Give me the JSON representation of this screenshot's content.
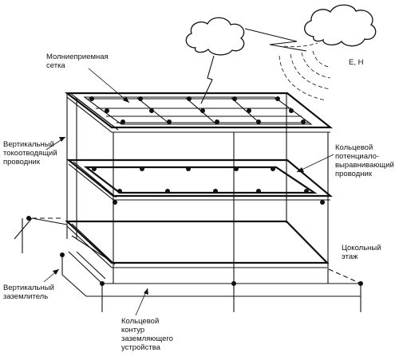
{
  "labels": {
    "air_termination_mesh": "Молниеприемная\nсетка",
    "ring_equalizing_conductor": "Кольцевой\nпотенциало-\nвыравнивающий\nпроводник",
    "vertical_down_conductor": "Вертикальный\nтокоотводящий\nпроводник",
    "basement_floor": "Цокольный\nэтаж",
    "vertical_earth_electrode": "Вертикальный\nзаземлитель",
    "ring_earthing_contour": "Кольцевой\nконтур\nзаземляющего\nустройства",
    "field_label": "E, H"
  },
  "colors": {
    "line": "#111111",
    "background": "#ffffff"
  }
}
